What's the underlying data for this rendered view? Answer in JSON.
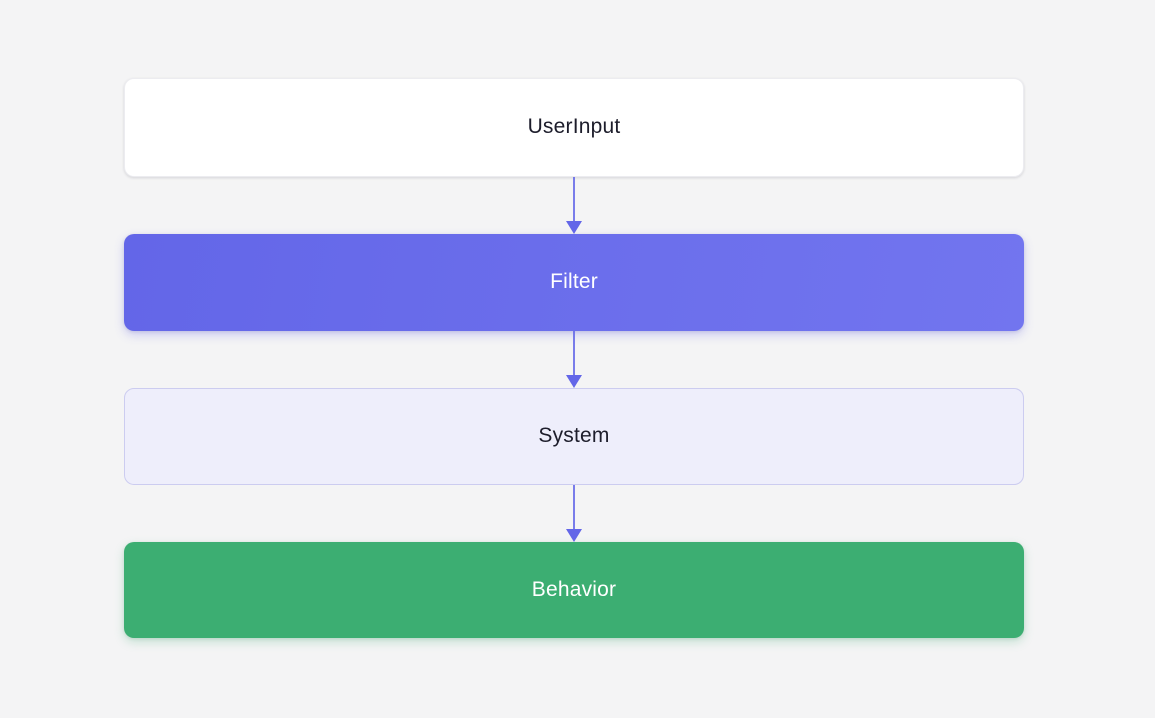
{
  "diagram": {
    "type": "vertical-flowchart",
    "background_color": "#f4f4f5",
    "arrow_color": "#6366e8",
    "nodes": [
      {
        "id": "userinput",
        "label": "UserInput",
        "style": "plain",
        "fill_color": "#ffffff",
        "text_color": "#1d1d2b",
        "border_color": "#ececf0"
      },
      {
        "id": "filter",
        "label": "Filter",
        "style": "highlight",
        "fill_color": "#6366e8",
        "fill_color_end": "#7275ef",
        "text_color": "#ffffff",
        "border_color": "none"
      },
      {
        "id": "system",
        "label": "System",
        "style": "muted",
        "fill_color": "#eeeefb",
        "text_color": "#1d1d2b",
        "border_color": "#ccccf0"
      },
      {
        "id": "behavior",
        "label": "Behavior",
        "style": "success",
        "fill_color": "#3cae72",
        "text_color": "#ffffff",
        "border_color": "none"
      }
    ],
    "edges": [
      {
        "id": "edge-userinput-filter",
        "from": "UserInput",
        "to": "Filter",
        "label": ""
      },
      {
        "id": "edge-filter-system",
        "from": "Filter",
        "to": "System",
        "label": ""
      },
      {
        "id": "edge-system-behavior",
        "from": "System",
        "to": "Behavior",
        "label": ""
      }
    ]
  }
}
